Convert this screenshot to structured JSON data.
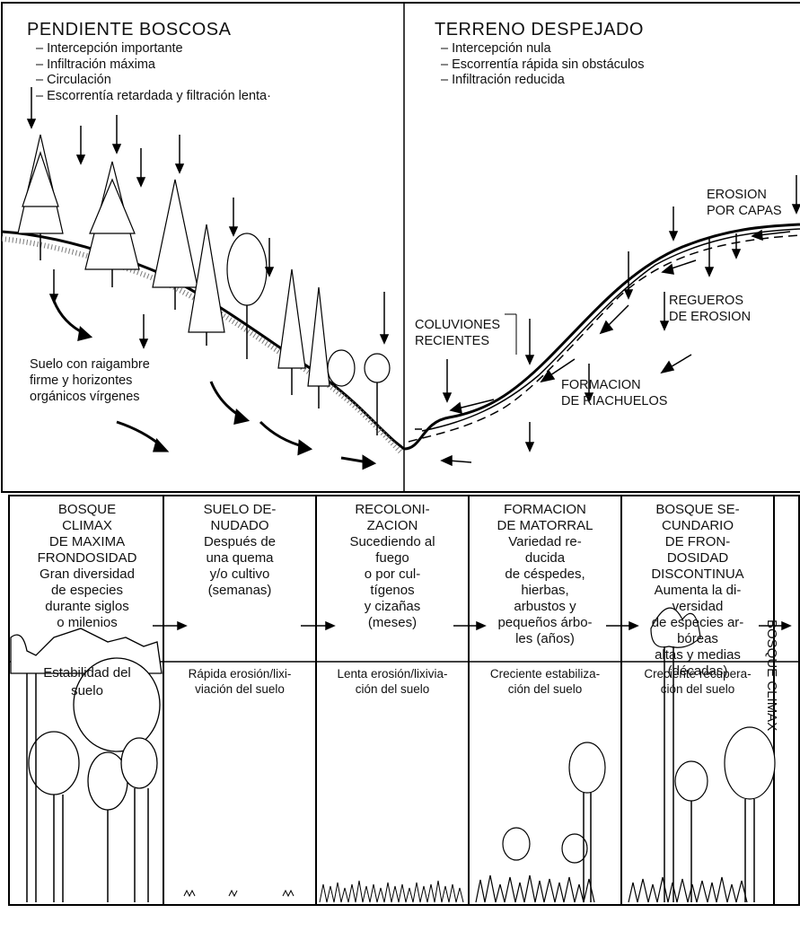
{
  "top": {
    "left_panel": {
      "title": "PENDIENTE BOSCOSA",
      "bullets": [
        "Intercepción importante",
        "Infiltración máxima",
        "Circulación",
        "Escorrentía retardada y filtración lenta·"
      ],
      "soil_note_lines": [
        "Suelo con raigambre",
        "firme y horizontes",
        "orgánicos vírgenes"
      ]
    },
    "right_panel": {
      "title": "TERRENO DESPEJADO",
      "bullets": [
        "Intercepción nula",
        "Escorrentía rápida sin obstáculos",
        "Infiltración reducida"
      ],
      "labels": {
        "erosion_capas": [
          "EROSION",
          "POR CAPAS"
        ],
        "regueros": [
          "REGUEROS",
          "DE EROSION"
        ],
        "coluviones": [
          "COLUVIONES",
          "RECIENTES"
        ],
        "riachuelos": [
          "FORMACION",
          "DE RIACHUELOS"
        ]
      }
    }
  },
  "bottom": {
    "stages": [
      {
        "lines": [
          "BOSQUE",
          "CLIMAX",
          "DE MAXIMA",
          "FRONDOSIDAD",
          "Gran diversidad",
          "de especies",
          "durante siglos",
          "o milenios"
        ],
        "footer": [
          "Estabilidad del",
          "suelo"
        ]
      },
      {
        "lines": [
          "SUELO DE-",
          "NUDADO",
          "Después de",
          "una quema",
          "y/o cultivo",
          "(semanas)"
        ],
        "footer": [
          "Rápida erosión/lixi-",
          "viación del suelo"
        ]
      },
      {
        "lines": [
          "RECOLONI-",
          "ZACION",
          "Sucediendo al",
          "fuego",
          "o por cul-",
          "tígenos",
          "y cizañas",
          "(meses)"
        ],
        "footer": [
          "Lenta erosión/lixivia-",
          "ción del suelo"
        ]
      },
      {
        "lines": [
          "FORMACION",
          "DE MATORRAL",
          "Variedad re-",
          "ducida",
          "de céspedes,",
          "hierbas,",
          "arbustos y",
          "pequeños árbo-",
          "les (años)"
        ],
        "footer": [
          "Creciente estabiliza-",
          "ción del suelo"
        ]
      },
      {
        "lines": [
          "BOSQUE SE-",
          "CUNDARIO",
          "DE FRON-",
          "DOSIDAD",
          "DISCONTINUA",
          "Aumenta la di-",
          "versidad",
          "de especies ar-",
          "bóreas",
          "altas y medias",
          "(décadas)"
        ],
        "footer": [
          "Creciente recupera-",
          "ción del suelo"
        ]
      }
    ],
    "final_label": "BOSQUE CLIMAX"
  }
}
